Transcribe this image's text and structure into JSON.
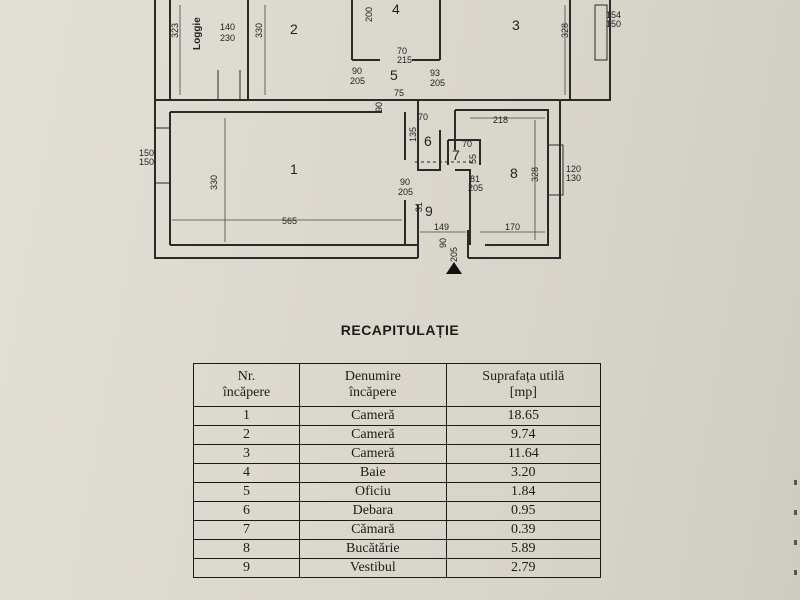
{
  "plan": {
    "rooms": [
      {
        "id": "room-1",
        "label": "1"
      },
      {
        "id": "room-2",
        "label": "2"
      },
      {
        "id": "room-3",
        "label": "3"
      },
      {
        "id": "room-4",
        "label": "4"
      },
      {
        "id": "room-5",
        "label": "5"
      },
      {
        "id": "room-6",
        "label": "6"
      },
      {
        "id": "room-7",
        "label": "7"
      },
      {
        "id": "room-8",
        "label": "8"
      },
      {
        "id": "room-9",
        "label": "9"
      }
    ],
    "loggie_label": "Loggie",
    "dimensions": {
      "loggie_width": "323",
      "loggie_window_w": "140",
      "loggie_window_h": "230",
      "room2_width": "330",
      "room4_width": "200",
      "room4_door_w": "70",
      "room4_door_h": "215",
      "room3_width": "328",
      "room3_window_w": "154",
      "room3_window_h": "150",
      "door5_left_w": "90",
      "door5_left_h": "205",
      "door5_right_w": "93",
      "door5_right_h": "205",
      "door5_small": "75",
      "door1_w": "90",
      "door1_h": "205",
      "room1_window_w": "150",
      "room1_window_h": "150",
      "room1_height": "330",
      "room1_length": "565",
      "room6_width": "70",
      "room6_height": "135",
      "room7_w": "70",
      "room7_h": "55",
      "room8_length": "218",
      "room8_door_w": "81",
      "room8_door_h": "205",
      "room8_height": "328",
      "room8_window_w": "120",
      "room8_window_h": "130",
      "room9_door_w": "90",
      "room9_door_h": "205",
      "room9_width": "149",
      "room9_side": "31",
      "room8_bottom": "170",
      "entrance_w": "90",
      "entrance_h": "205"
    }
  },
  "recap": {
    "title": "RECAPITULAȚIE",
    "headers": [
      "Nr.\nîncăpere",
      "Denumire\nîncăpere",
      "Suprafața utilă\n[mp]"
    ],
    "rows": [
      {
        "nr": "1",
        "name": "Cameră",
        "area": "18.65"
      },
      {
        "nr": "2",
        "name": "Cameră",
        "area": "9.74"
      },
      {
        "nr": "3",
        "name": "Cameră",
        "area": "11.64"
      },
      {
        "nr": "4",
        "name": "Baie",
        "area": "3.20"
      },
      {
        "nr": "5",
        "name": "Oficiu",
        "area": "1.84"
      },
      {
        "nr": "6",
        "name": "Debara",
        "area": "0.95"
      },
      {
        "nr": "7",
        "name": "Cămară",
        "area": "0.39"
      },
      {
        "nr": "8",
        "name": "Bucătărie",
        "area": "5.89"
      },
      {
        "nr": "9",
        "name": "Vestibul",
        "area": "2.79"
      }
    ]
  }
}
